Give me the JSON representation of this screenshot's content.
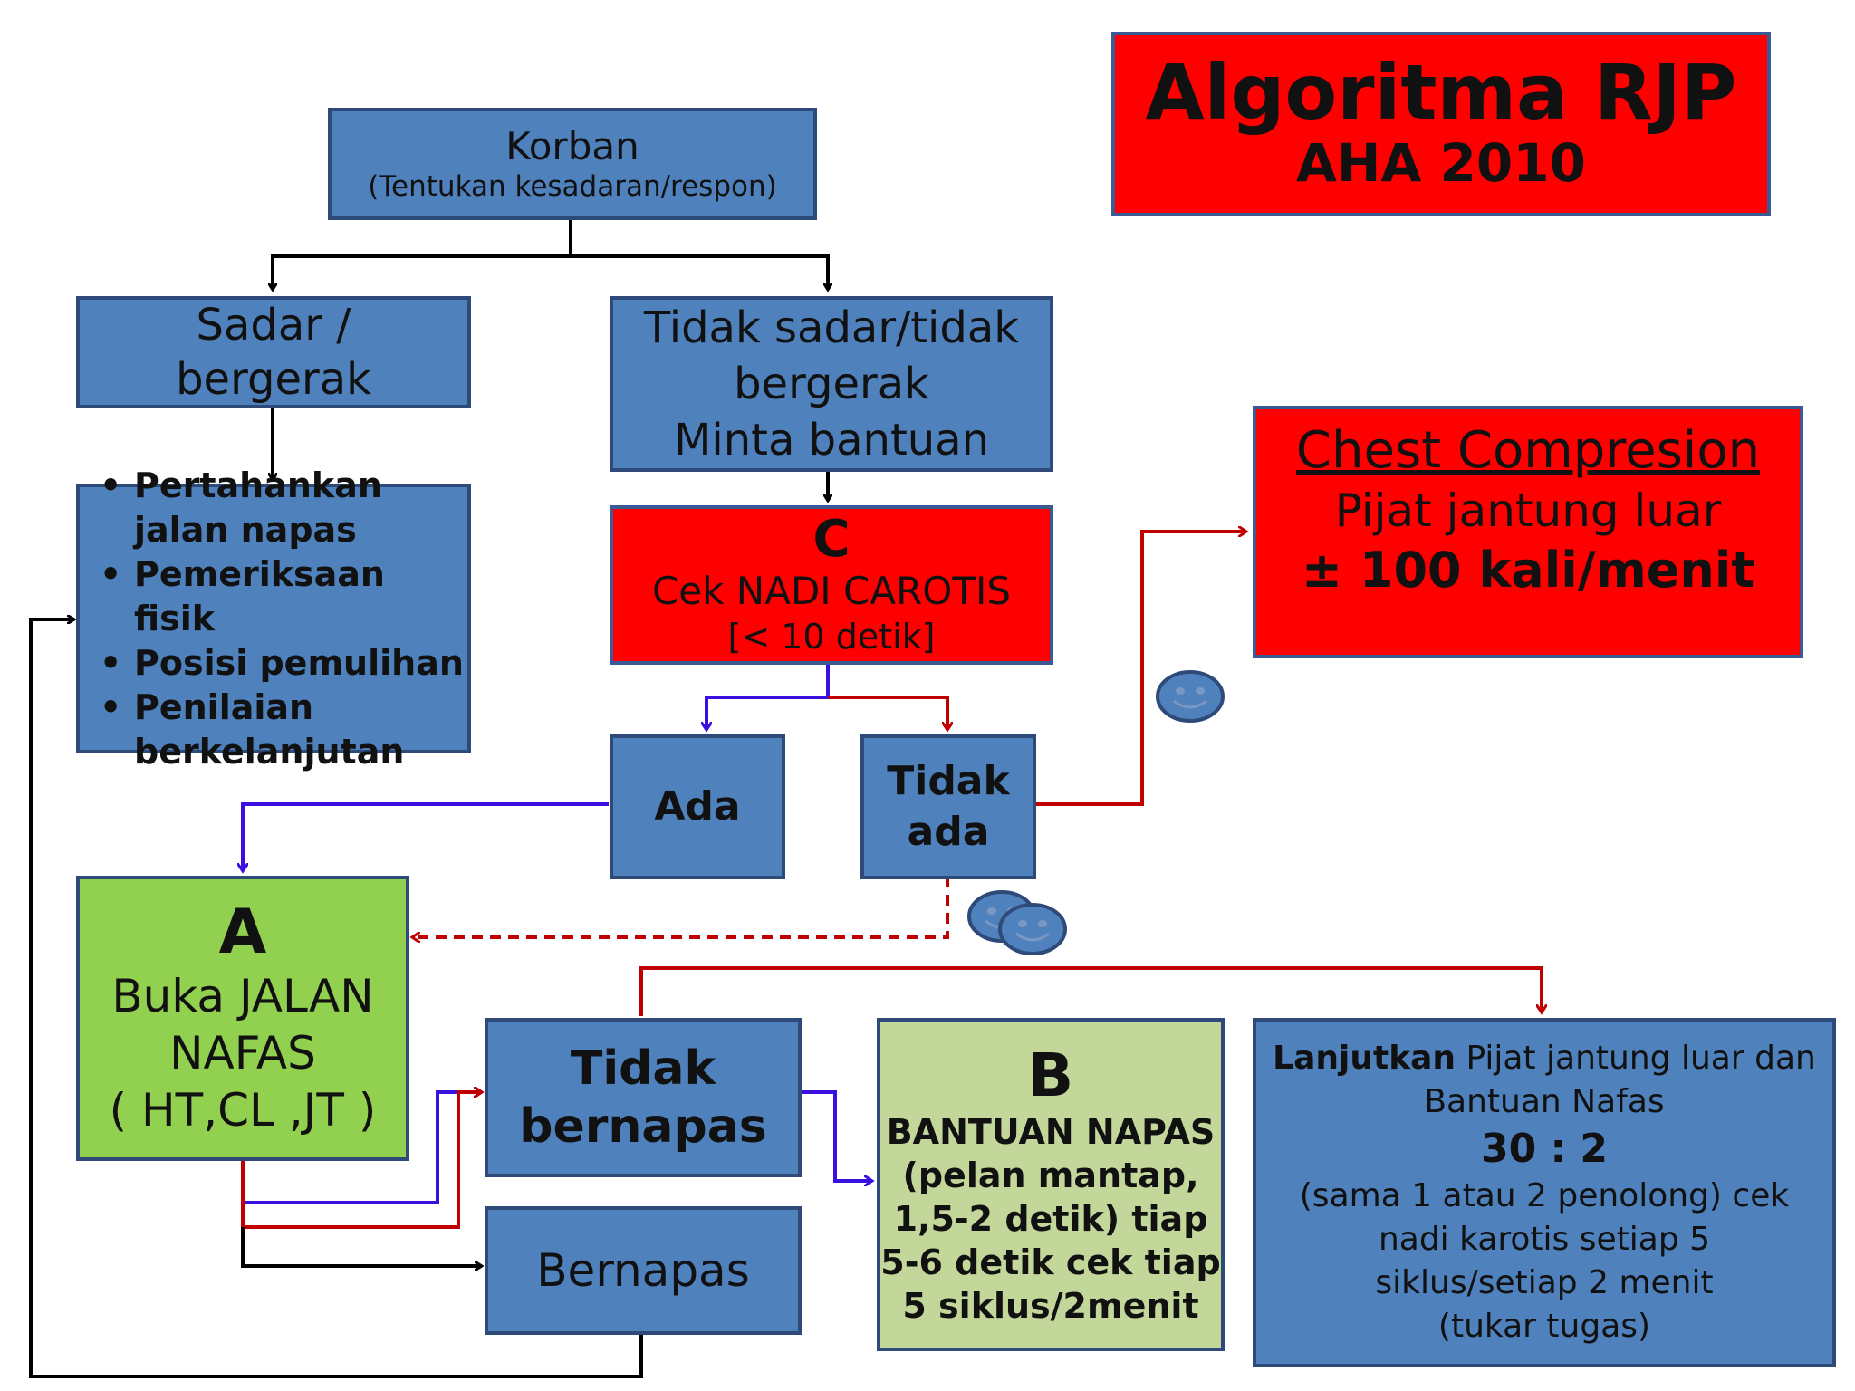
{
  "title_box": {
    "title": "Algoritma RJP",
    "subtitle": "AHA 2010"
  },
  "korban": {
    "title": "Korban",
    "subtitle": "(Tentukan kesadaran/respon)"
  },
  "sadar": {
    "lines": [
      "Sadar /",
      "bergerak"
    ]
  },
  "tidak_sadar": {
    "lines": [
      "Tidak sadar/tidak",
      "bergerak",
      "Minta bantuan"
    ]
  },
  "pertahankan": {
    "items": [
      "Pertahankan jalan napas",
      "Pemeriksaan fisik",
      "Posisi pemulihan",
      "Penilaian berkelanjutan"
    ]
  },
  "cek_nadi": {
    "letter": "C",
    "line1": "Cek NADI CAROTIS",
    "line2": "[< 10 detik]"
  },
  "chest": {
    "title": "Chest Compresion",
    "line1": "Pijat jantung luar",
    "line2": "± 100 kali/menit"
  },
  "ada": {
    "label": "Ada"
  },
  "tidak_ada": {
    "lines": [
      "Tidak",
      "ada"
    ]
  },
  "airway": {
    "letter": "A",
    "lines": [
      "Buka JALAN",
      "NAFAS",
      "( HT,CL ,JT )"
    ]
  },
  "tidak_bernapas": {
    "lines": [
      "Tidak",
      "bernapas"
    ]
  },
  "bernapas": {
    "label": "Bernapas"
  },
  "bantuan_napas": {
    "letter": "B",
    "lines": [
      "BANTUAN NAPAS",
      "(pelan mantap,",
      "1,5-2 detik) tiap",
      "5-6 detik cek tiap",
      "5 siklus/2menit"
    ]
  },
  "lanjutkan": {
    "bold": "Lanjutkan",
    "rest": " Pijat jantung luar dan",
    "line2": "Bantuan Nafas",
    "ratio": "30 : 2",
    "lines": [
      "(sama 1 atau 2 penolong) cek",
      "nadi karotis setiap 5",
      "siklus/setiap 2 menit",
      "(tukar tugas)"
    ]
  },
  "colors": {
    "blue_box": "#4f81bd",
    "red_box": "#ff0000",
    "green_box": "#92d050",
    "light_green_box": "#c4d79b",
    "red_arrow": "#c00000",
    "blue_arrow": "#3a10e0",
    "black_arrow": "#000000"
  }
}
